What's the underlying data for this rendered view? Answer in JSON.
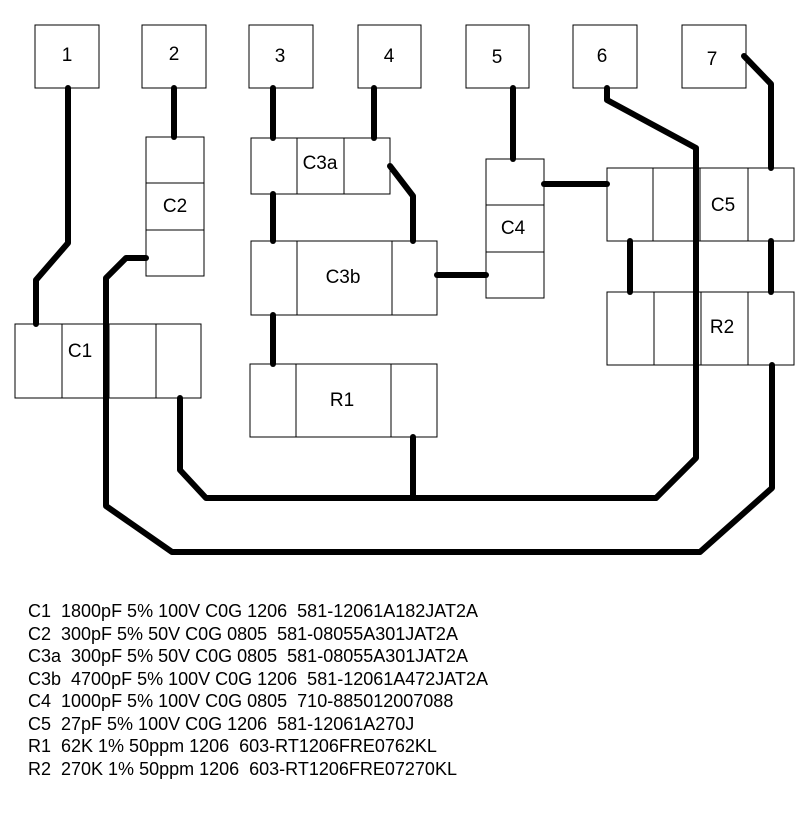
{
  "pins": [
    "1",
    "2",
    "3",
    "4",
    "5",
    "6",
    "7"
  ],
  "components": {
    "c1": "C1",
    "c2": "C2",
    "c3a": "C3a",
    "c3b": "C3b",
    "c4": "C4",
    "c5": "C5",
    "r1": "R1",
    "r2": "R2"
  },
  "parts_list": [
    "C1  1800pF 5% 100V C0G 1206  581-12061A182JAT2A",
    "C2  300pF 5% 50V C0G 0805  581-08055A301JAT2A",
    "C3a  300pF 5% 50V C0G 0805  581-08055A301JAT2A",
    "C3b  4700pF 5% 100V C0G 1206  581-12061A472JAT2A",
    "C4  1000pF 5% 100V C0G 0805  710-885012007088",
    "C5  27pF 5% 100V C0G 1206  581-12061A270J",
    "R1  62K 1% 50ppm 1206  603-RT1206FRE0762KL",
    "R2  270K 1% 50ppm 1206  603-RT1206FRE07270KL"
  ]
}
